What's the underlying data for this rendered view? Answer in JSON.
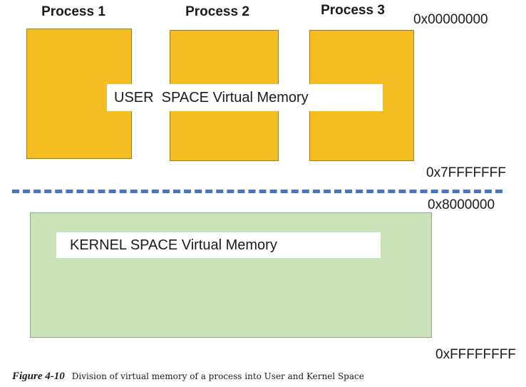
{
  "processes": [
    {
      "label": "Process 1"
    },
    {
      "label": "Process 2"
    },
    {
      "label": "Process 3"
    }
  ],
  "user_space_label": "USER  SPACE Virtual Memory",
  "kernel_space_label": "KERNEL SPACE Virtual Memory",
  "addresses": {
    "top": "0x00000000",
    "user_end": "0x7FFFFFFF",
    "kernel_start": "0x8000000",
    "bottom": "0xFFFFFFFF"
  },
  "caption": {
    "figure": "Figure 4-10",
    "text": "Division of virtual memory of a process into User and Kernel Space"
  },
  "colors": {
    "process_fill": "#f6bd21",
    "kernel_fill": "#c9e2b8",
    "divider": "#4a74bd"
  }
}
